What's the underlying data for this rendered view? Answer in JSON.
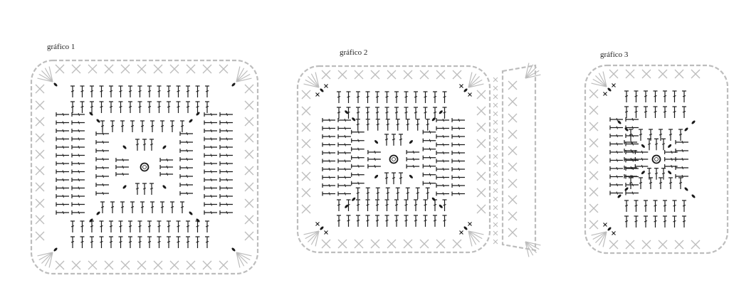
{
  "charts": [
    {
      "title": "gráfico 1"
    },
    {
      "title": "gráfico 2"
    },
    {
      "title": "gráfico 3"
    }
  ],
  "colors": {
    "stitch_dark": "#1a1a1a",
    "stitch_light": "#bdbdbd",
    "background": "#ffffff"
  },
  "icons": {
    "magic_ring": "magic-ring-icon",
    "double_crochet": "double-crochet-icon",
    "chain": "chain-icon",
    "single_crochet": "single-crochet-icon",
    "v_stitch": "v-stitch-icon"
  }
}
